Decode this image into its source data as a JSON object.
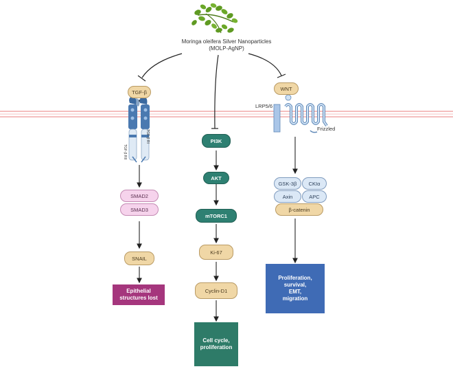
{
  "title_line1": "Moringa oleifera Silver Nanoparticles",
  "title_line2": "(MOLP-AgNP)",
  "colors": {
    "membrane": "#f2b3b3",
    "tan": "#f0d7a6",
    "green": "#2e8072",
    "pink": "#f6d3ec",
    "blue": "#dbe8f6",
    "magenta": "#a5367d",
    "teal": "#2e7b68",
    "navy": "#3f6bb5"
  },
  "tgf": {
    "ligand": "TGF-β",
    "receptor_left": "TGF-β RII",
    "receptor_right": "TGF-β RI",
    "smad2": "SMAD2",
    "smad3": "SMAD3",
    "snail": "SNAIL",
    "outcome_line1": "Epithelial",
    "outcome_line2": "structures lost"
  },
  "pi3k": {
    "pi3k": "PI3K",
    "akt": "AKT",
    "mtorc1": "mTORC1",
    "ki67": "Ki-67",
    "cyclin": "Cyclin-D1",
    "outcome_line1": "Cell cycle,",
    "outcome_line2": "proliferation"
  },
  "wnt": {
    "ligand": "WNT",
    "coreceptor": "LRP5/6",
    "receptor": "Frizzled",
    "gsk": "GSK-3β",
    "ck": "CKIα",
    "axin": "Axin",
    "apc": "APC",
    "catenin": "β-catenin",
    "outcome_line1": "Proliferation,",
    "outcome_line2": "survival,",
    "outcome_line3": "EMT,",
    "outcome_line4": "migration"
  }
}
